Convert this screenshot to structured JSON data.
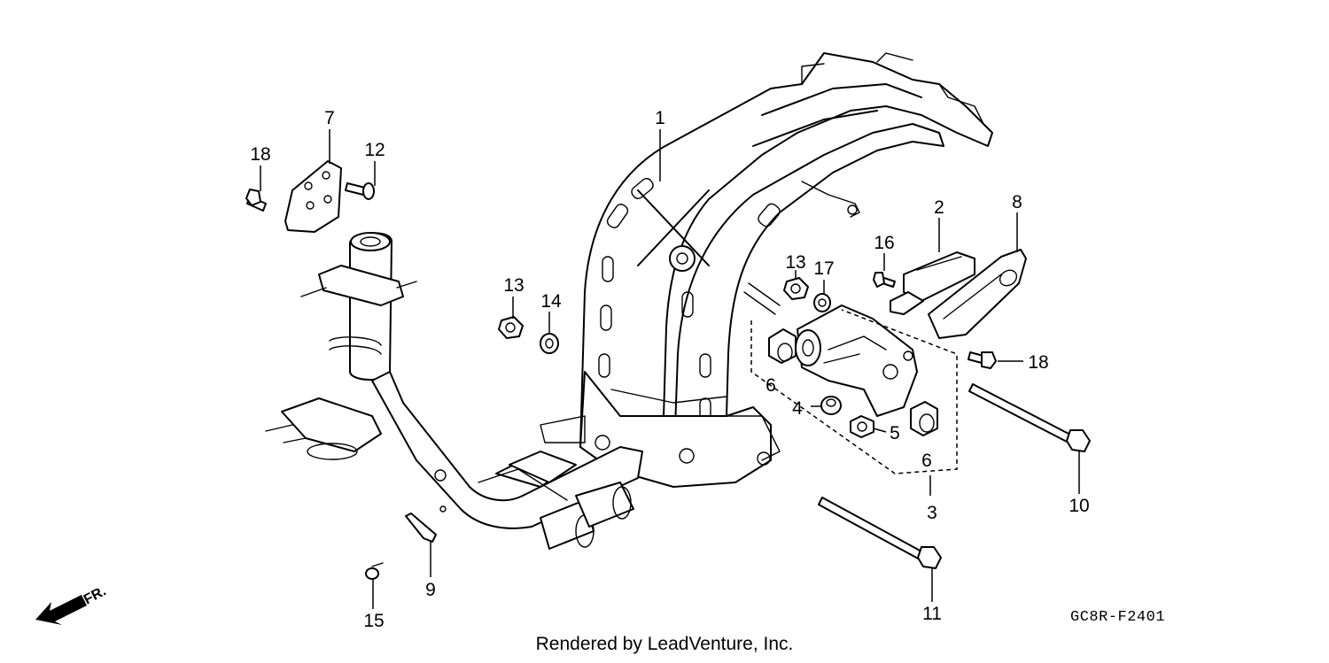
{
  "diagram": {
    "code": "GC8R-F2401",
    "credit": "Rendered by LeadVenture, Inc.",
    "front_marker": "FR.",
    "callouts": {
      "c1": "1",
      "c2": "2",
      "c3": "3",
      "c4": "4",
      "c5": "5",
      "c6a": "6",
      "c6b": "6",
      "c7": "7",
      "c8": "8",
      "c9": "9",
      "c10": "10",
      "c11": "11",
      "c12": "12",
      "c13a": "13",
      "c13b": "13",
      "c14": "14",
      "c15": "15",
      "c16": "16",
      "c17": "17",
      "c18a": "18",
      "c18b": "18"
    }
  }
}
